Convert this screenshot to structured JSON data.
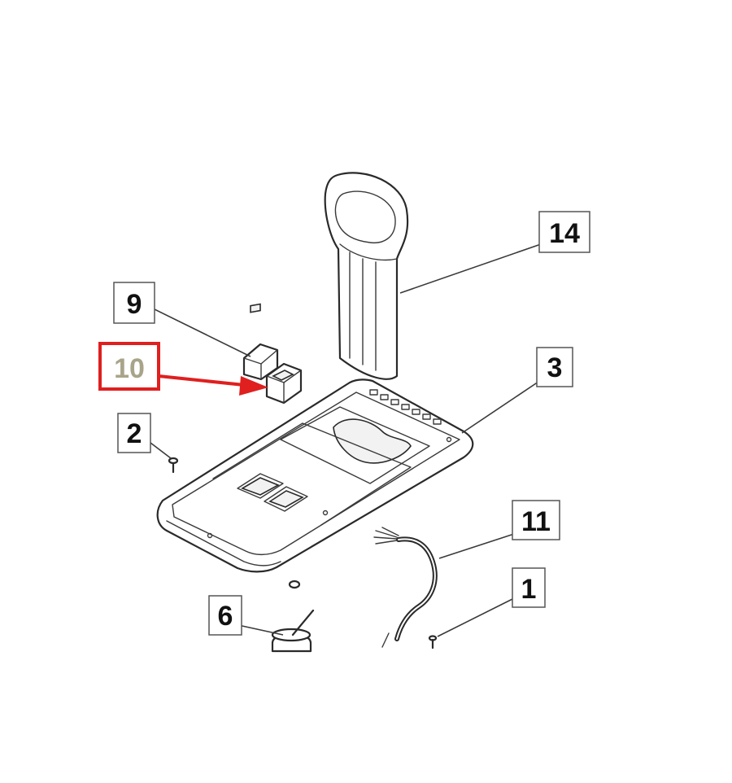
{
  "diagram": {
    "callouts": [
      {
        "id": "c14",
        "label": "14"
      },
      {
        "id": "c9",
        "label": "9"
      },
      {
        "id": "c10",
        "label": "10",
        "highlighted": true
      },
      {
        "id": "c3",
        "label": "3"
      },
      {
        "id": "c2",
        "label": "2"
      },
      {
        "id": "c11",
        "label": "11"
      },
      {
        "id": "c1",
        "label": "1"
      },
      {
        "id": "c6",
        "label": "6"
      }
    ],
    "colors": {
      "highlight": "#e01f1f",
      "highlight_text": "#a8a48a",
      "line": "#2a2a2a"
    }
  }
}
